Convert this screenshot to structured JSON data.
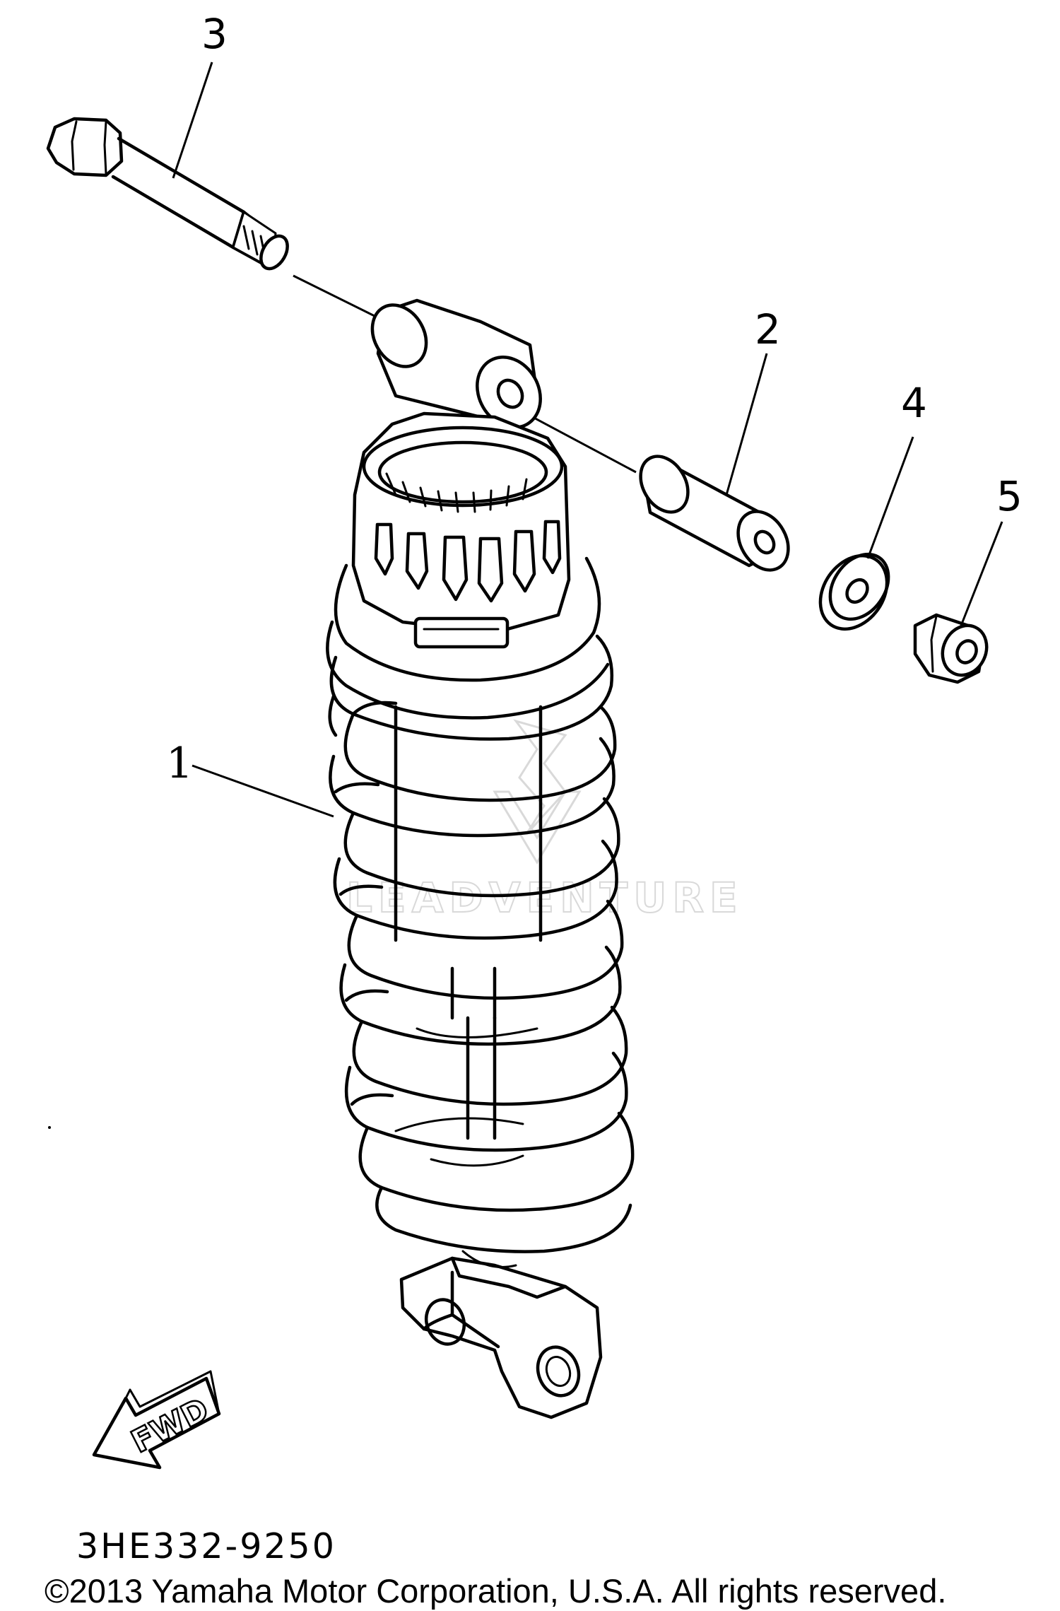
{
  "callouts": {
    "shock_absorber": "1",
    "collar": "2",
    "bolt": "3",
    "washer": "4",
    "nut": "5"
  },
  "direction_label": "FWD",
  "diagram_code": "3HE332-9250",
  "watermark": "LEADVENTURE",
  "copyright": "©2013 Yamaha Motor Corporation, U.S.A. All rights reserved.",
  "icons": {
    "direction": "arrow-left-icon",
    "watermark_logo": "chevron-logo-icon"
  },
  "colors": {
    "line": "#000000",
    "background": "#ffffff",
    "watermark": "#d9d9d9"
  }
}
